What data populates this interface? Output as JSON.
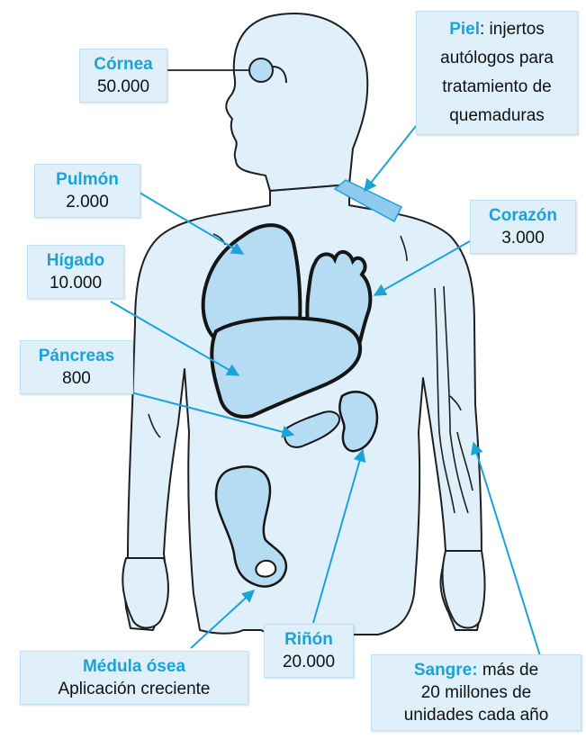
{
  "accent_color": "#1aa3d9",
  "label_fill": "#dff0fb",
  "body_fill": "#dff0fb",
  "organ_fill": "#b5dcf2",
  "labels": {
    "cornea": {
      "title": "Córnea",
      "value": "50.000"
    },
    "piel": {
      "title": "Piel",
      "text_after_title": ": injertos",
      "line2": "autólogos para",
      "line3": "tratamiento de",
      "line4": "quemaduras"
    },
    "pulmon": {
      "title": "Pulmón",
      "value": "2.000"
    },
    "corazon": {
      "title": "Corazón",
      "value": "3.000"
    },
    "higado": {
      "title": "Hígado",
      "value": "10.000"
    },
    "pancreas": {
      "title": "Páncreas",
      "value": "800"
    },
    "medula": {
      "title": "Médula ósea",
      "value": "Aplicación creciente"
    },
    "rinon": {
      "title": "Riñón",
      "value": "20.000"
    },
    "sangre": {
      "title": "Sangre:",
      "text_after_title": " más de",
      "line2": "20 millones de",
      "line3": "unidades cada año"
    }
  }
}
